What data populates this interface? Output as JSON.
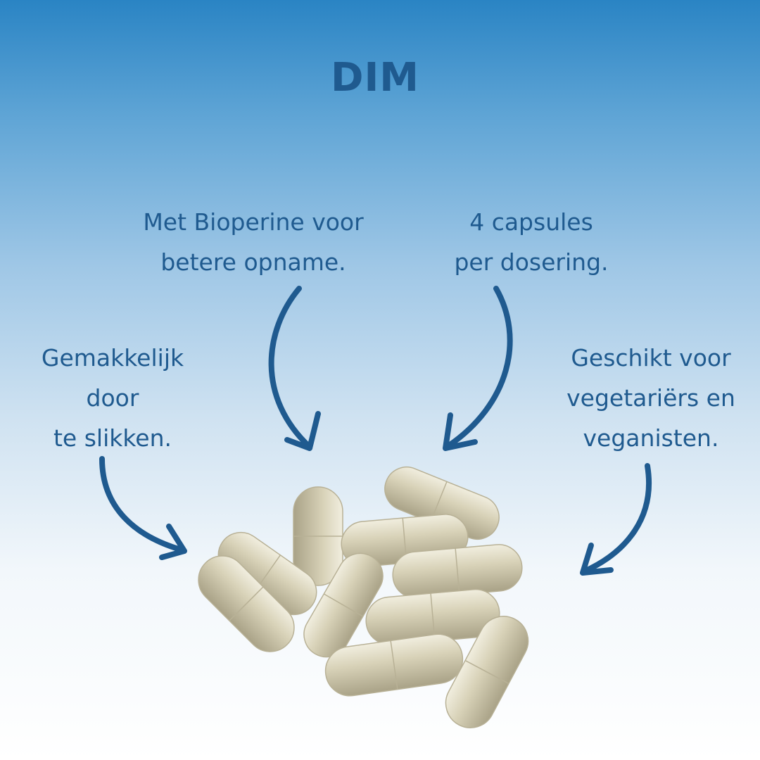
{
  "title": "DIM",
  "callouts": {
    "bioperine": "Met Bioperine voor\nbetere opname.",
    "capsules": "4 capsules\nper dosering.",
    "swallow": "Gemakkelijk\ndoor\nte slikken.",
    "vegan": "Geschikt voor\nvegetariërs en\nveganisten."
  },
  "colors": {
    "text": "#1f5a8f",
    "arrow": "#1f5a8f",
    "capsule": "#d9d3ba"
  }
}
